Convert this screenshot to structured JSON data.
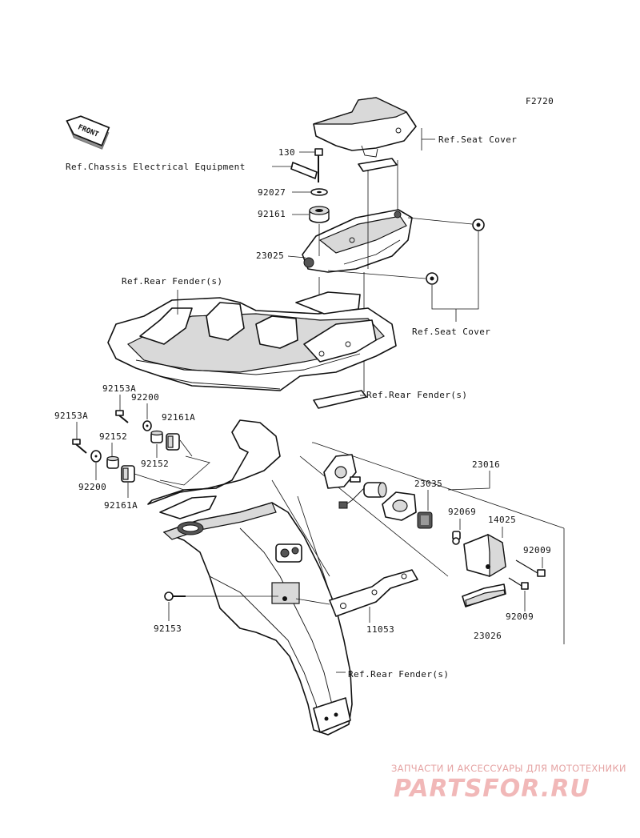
{
  "figure_code": "F2720",
  "front_label": "FRONT",
  "refs": {
    "seat_cover_top": "Ref.Seat Cover",
    "chassis_electrical": "Ref.Chassis Electrical Equipment",
    "rear_fender_left": "Ref.Rear Fender(s)",
    "seat_cover_right": "Ref.Seat Cover",
    "rear_fender_mid": "Ref.Rear Fender(s)",
    "rear_fender_bottom": "Ref.Rear Fender(s)"
  },
  "part_numbers": {
    "p130": "130",
    "p92027": "92027",
    "p92161": "92161",
    "p23025": "23025",
    "p92153A_top": "92153A",
    "p92200_top": "92200",
    "p92161A_top": "92161A",
    "p92153A_left": "92153A",
    "p92152_left": "92152",
    "p92152_mid": "92152",
    "p92200_left": "92200",
    "p92161A_left": "92161A",
    "p23016": "23016",
    "p23035": "23035",
    "p92069": "92069",
    "p14025": "14025",
    "p92009_top": "92009",
    "p92009_bottom": "92009",
    "p23026": "23026",
    "p11053": "11053",
    "p92153": "92153"
  },
  "watermark": {
    "line1": "ЗАПЧАСТИ И АКСЕССУАРЫ ДЛЯ МОТОТЕХНИКИ",
    "line2": "PARTSFOR.RU"
  },
  "colors": {
    "line": "#111111",
    "watermark": "#f1b8b8"
  }
}
